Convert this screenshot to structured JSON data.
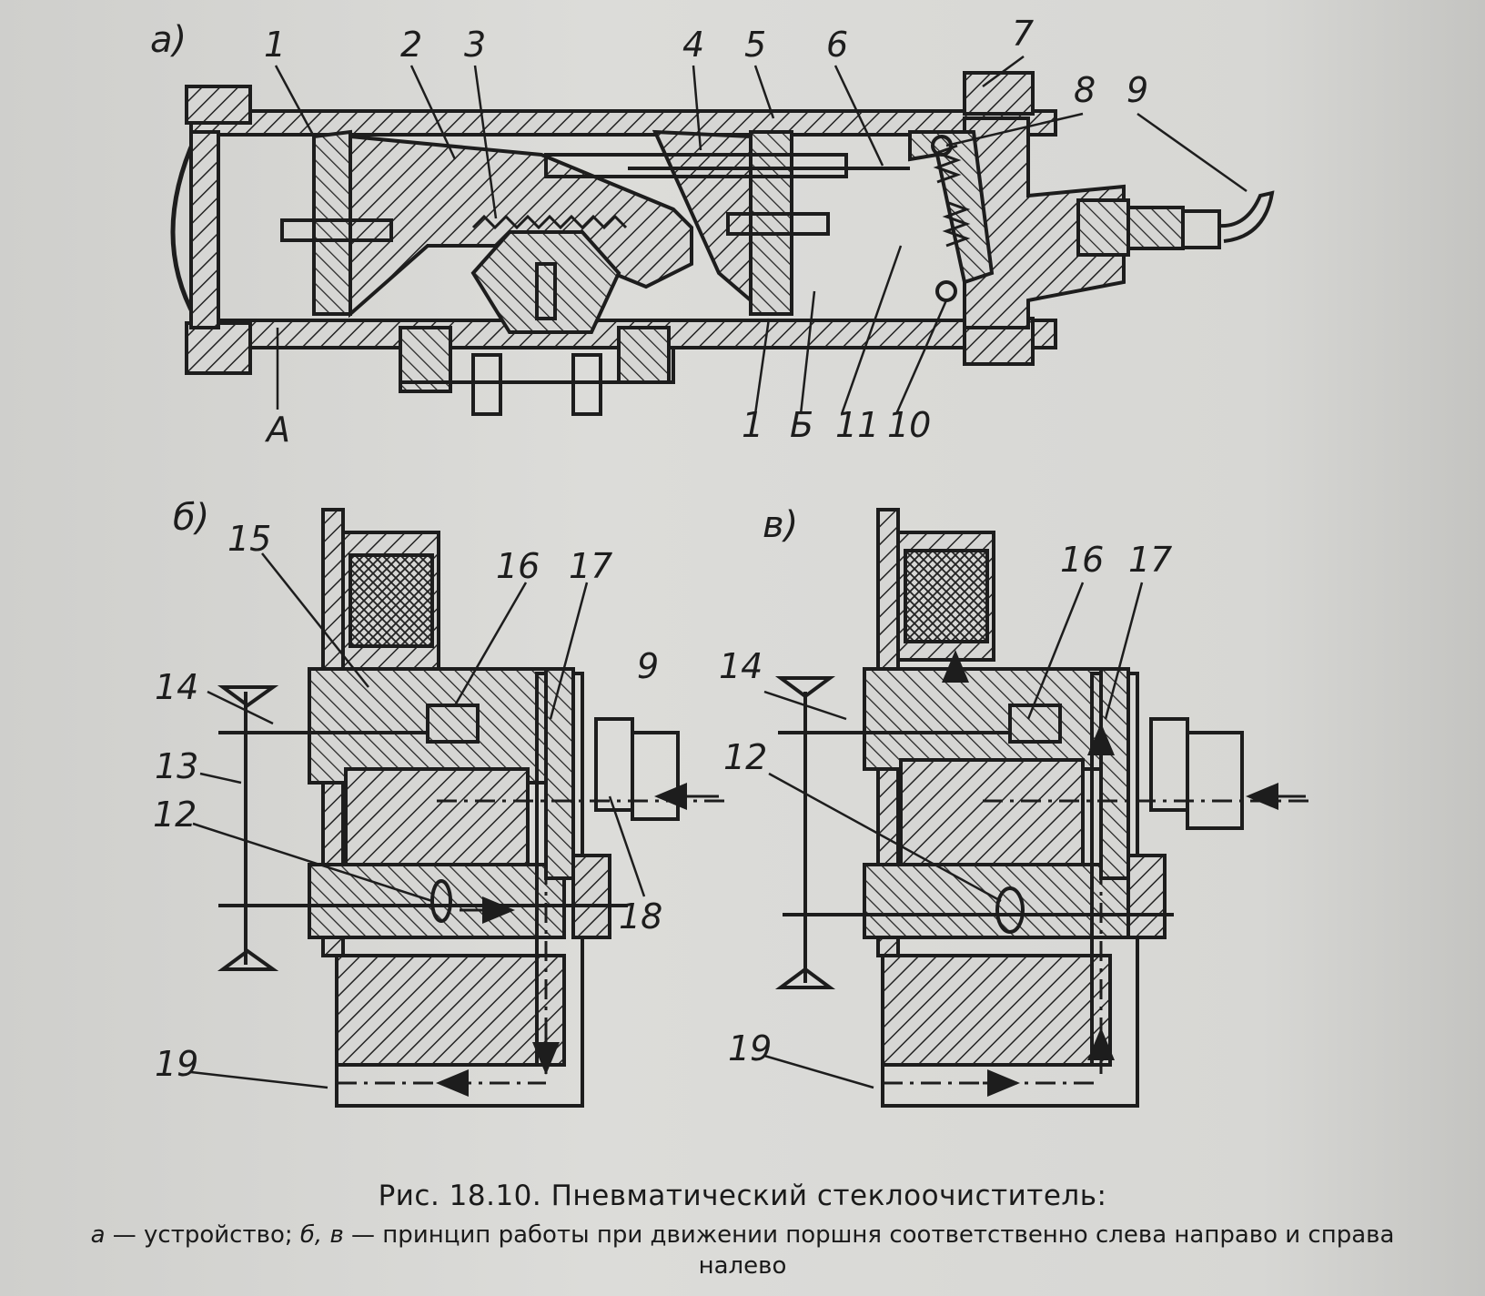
{
  "caption": {
    "title": "Рис. 18.10. Пневматический стеклоочиститель:",
    "a_letter": "а",
    "a_text": " — устройство; ",
    "bv_letters": "б, в",
    "bv_text": " — принцип работы при движении поршня соответственно слева направо и справа налево"
  },
  "views": {
    "a": "а)",
    "b": "б)",
    "v": "в)"
  },
  "labels_a": [
    "1",
    "2",
    "3",
    "4",
    "5",
    "6",
    "7",
    "8",
    "9",
    "А",
    "1",
    "Б",
    "11",
    "10"
  ],
  "labels_b": [
    "15",
    "16",
    "17",
    "9",
    "14",
    "13",
    "12",
    "18",
    "19"
  ],
  "labels_v": [
    "16",
    "17",
    "14",
    "12",
    "19"
  ],
  "colors": {
    "ink": "#1d1d1d",
    "paper": "#d6d6d4"
  }
}
